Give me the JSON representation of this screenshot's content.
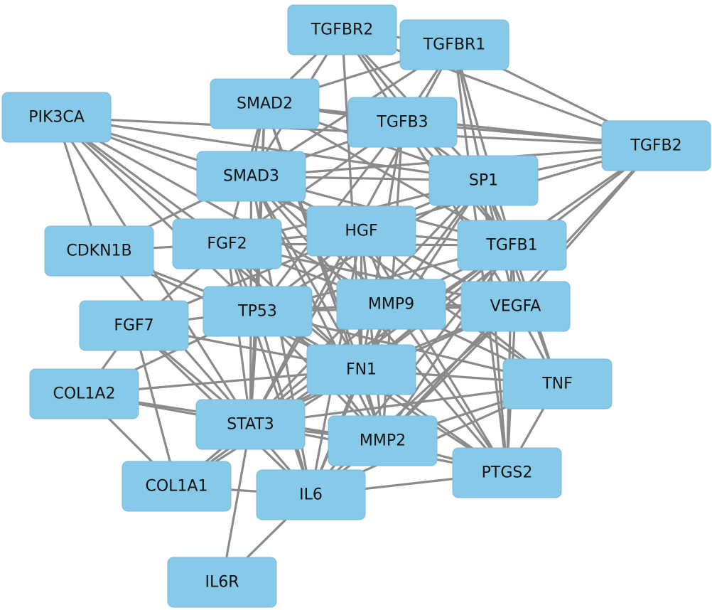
{
  "diagram": {
    "node_fill": "#87c9e8",
    "edge_color": "#8a8a8a",
    "background": "#ffffff",
    "nodes": [
      {
        "id": "TGFBR2",
        "label": "TGFBR2"
      },
      {
        "id": "TGFBR1",
        "label": "TGFBR1"
      },
      {
        "id": "PIK3CA",
        "label": "PIK3CA"
      },
      {
        "id": "SMAD2",
        "label": "SMAD2"
      },
      {
        "id": "TGFB3",
        "label": "TGFB3"
      },
      {
        "id": "TGFB2",
        "label": "TGFB2"
      },
      {
        "id": "SMAD3",
        "label": "SMAD3"
      },
      {
        "id": "SP1",
        "label": "SP1"
      },
      {
        "id": "CDKN1B",
        "label": "CDKN1B"
      },
      {
        "id": "FGF2",
        "label": "FGF2"
      },
      {
        "id": "HGF",
        "label": "HGF"
      },
      {
        "id": "TGFB1",
        "label": "TGFB1"
      },
      {
        "id": "FGF7",
        "label": "FGF7"
      },
      {
        "id": "TP53",
        "label": "TP53"
      },
      {
        "id": "MMP9",
        "label": "MMP9"
      },
      {
        "id": "VEGFA",
        "label": "VEGFA"
      },
      {
        "id": "COL1A2",
        "label": "COL1A2"
      },
      {
        "id": "FN1",
        "label": "FN1"
      },
      {
        "id": "TNF",
        "label": "TNF"
      },
      {
        "id": "STAT3",
        "label": "STAT3"
      },
      {
        "id": "MMP2",
        "label": "MMP2"
      },
      {
        "id": "PTGS2",
        "label": "PTGS2"
      },
      {
        "id": "COL1A1",
        "label": "COL1A1"
      },
      {
        "id": "IL6",
        "label": "IL6"
      },
      {
        "id": "IL6R",
        "label": "IL6R"
      }
    ],
    "edges": [
      [
        "TGFBR2",
        "TGFBR1"
      ],
      [
        "TGFBR2",
        "SMAD2"
      ],
      [
        "TGFBR2",
        "SMAD3"
      ],
      [
        "TGFBR2",
        "TGFB3"
      ],
      [
        "TGFBR2",
        "TGFB2"
      ],
      [
        "TGFBR2",
        "TGFB1"
      ],
      [
        "TGFBR2",
        "SP1"
      ],
      [
        "TGFBR2",
        "FN1"
      ],
      [
        "TGFBR1",
        "SMAD2"
      ],
      [
        "TGFBR1",
        "SMAD3"
      ],
      [
        "TGFBR1",
        "TGFB3"
      ],
      [
        "TGFBR1",
        "TGFB2"
      ],
      [
        "TGFBR1",
        "TGFB1"
      ],
      [
        "TGFBR1",
        "SP1"
      ],
      [
        "TGFBR1",
        "STAT3"
      ],
      [
        "TGFBR1",
        "PTGS2"
      ],
      [
        "PIK3CA",
        "SMAD3"
      ],
      [
        "PIK3CA",
        "SP1"
      ],
      [
        "PIK3CA",
        "TGFB2"
      ],
      [
        "PIK3CA",
        "FGF2"
      ],
      [
        "PIK3CA",
        "TP53"
      ],
      [
        "PIK3CA",
        "HGF"
      ],
      [
        "PIK3CA",
        "FN1"
      ],
      [
        "PIK3CA",
        "STAT3"
      ],
      [
        "PIK3CA",
        "CDKN1B"
      ],
      [
        "PIK3CA",
        "MMP9"
      ],
      [
        "SMAD2",
        "SMAD3"
      ],
      [
        "SMAD2",
        "TGFB3"
      ],
      [
        "SMAD2",
        "TGFB2"
      ],
      [
        "SMAD2",
        "TGFB1"
      ],
      [
        "SMAD2",
        "SP1"
      ],
      [
        "SMAD2",
        "TP53"
      ],
      [
        "SMAD2",
        "STAT3"
      ],
      [
        "SMAD2",
        "FN1"
      ],
      [
        "SMAD2",
        "MMP2"
      ],
      [
        "SMAD2",
        "FGF2"
      ],
      [
        "TGFB3",
        "TGFB2"
      ],
      [
        "TGFB3",
        "TGFB1"
      ],
      [
        "TGFB3",
        "SMAD3"
      ],
      [
        "TGFB3",
        "SP1"
      ],
      [
        "TGFB3",
        "FN1"
      ],
      [
        "TGFB3",
        "MMP9"
      ],
      [
        "TGFB3",
        "VEGFA"
      ],
      [
        "TGFB3",
        "FGF2"
      ],
      [
        "TGFB3",
        "TP53"
      ],
      [
        "TGFB2",
        "SMAD3"
      ],
      [
        "TGFB2",
        "TGFB1"
      ],
      [
        "TGFB2",
        "SP1"
      ],
      [
        "TGFB2",
        "VEGFA"
      ],
      [
        "TGFB2",
        "FN1"
      ],
      [
        "TGFB2",
        "MMP2"
      ],
      [
        "TGFB2",
        "HGF"
      ],
      [
        "SMAD3",
        "SP1"
      ],
      [
        "SMAD3",
        "TGFB1"
      ],
      [
        "SMAD3",
        "FN1"
      ],
      [
        "SMAD3",
        "STAT3"
      ],
      [
        "SMAD3",
        "CDKN1B"
      ],
      [
        "SMAD3",
        "HGF"
      ],
      [
        "SMAD3",
        "MMP9"
      ],
      [
        "SMAD3",
        "MMP2"
      ],
      [
        "SMAD3",
        "VEGFA"
      ],
      [
        "SMAD3",
        "TNF"
      ],
      [
        "SMAD3",
        "IL6"
      ],
      [
        "SMAD3",
        "PTGS2"
      ],
      [
        "SP1",
        "TGFB1"
      ],
      [
        "SP1",
        "VEGFA"
      ],
      [
        "SP1",
        "FN1"
      ],
      [
        "SP1",
        "HGF"
      ],
      [
        "SP1",
        "MMP9"
      ],
      [
        "SP1",
        "TP53"
      ],
      [
        "SP1",
        "STAT3"
      ],
      [
        "SP1",
        "FGF2"
      ],
      [
        "SP1",
        "TNF"
      ],
      [
        "SP1",
        "PTGS2"
      ],
      [
        "CDKN1B",
        "TP53"
      ],
      [
        "CDKN1B",
        "STAT3"
      ],
      [
        "CDKN1B",
        "FN1"
      ],
      [
        "CDKN1B",
        "FGF2"
      ],
      [
        "FGF2",
        "HGF"
      ],
      [
        "FGF2",
        "TGFB1"
      ],
      [
        "FGF2",
        "VEGFA"
      ],
      [
        "FGF2",
        "MMP9"
      ],
      [
        "FGF2",
        "FN1"
      ],
      [
        "FGF2",
        "STAT3"
      ],
      [
        "FGF2",
        "MMP2"
      ],
      [
        "FGF2",
        "IL6"
      ],
      [
        "FGF2",
        "TP53"
      ],
      [
        "FGF2",
        "FGF7"
      ],
      [
        "HGF",
        "TGFB1"
      ],
      [
        "HGF",
        "VEGFA"
      ],
      [
        "HGF",
        "MMP9"
      ],
      [
        "HGF",
        "FN1"
      ],
      [
        "HGF",
        "MMP2"
      ],
      [
        "HGF",
        "STAT3"
      ],
      [
        "HGF",
        "IL6"
      ],
      [
        "HGF",
        "TNF"
      ],
      [
        "HGF",
        "TP53"
      ],
      [
        "HGF",
        "FGF7"
      ],
      [
        "HGF",
        "PTGS2"
      ],
      [
        "TGFB1",
        "VEGFA"
      ],
      [
        "TGFB1",
        "MMP9"
      ],
      [
        "TGFB1",
        "FN1"
      ],
      [
        "TGFB1",
        "MMP2"
      ],
      [
        "TGFB1",
        "TNF"
      ],
      [
        "TGFB1",
        "IL6"
      ],
      [
        "TGFB1",
        "PTGS2"
      ],
      [
        "TGFB1",
        "STAT3"
      ],
      [
        "TGFB1",
        "TP53"
      ],
      [
        "TGFB1",
        "COL1A1"
      ],
      [
        "FGF7",
        "TP53"
      ],
      [
        "FGF7",
        "FN1"
      ],
      [
        "FGF7",
        "STAT3"
      ],
      [
        "FGF7",
        "COL1A1"
      ],
      [
        "FGF7",
        "IL6"
      ],
      [
        "FGF7",
        "COL1A2"
      ],
      [
        "TP53",
        "MMP9"
      ],
      [
        "TP53",
        "VEGFA"
      ],
      [
        "TP53",
        "FN1"
      ],
      [
        "TP53",
        "STAT3"
      ],
      [
        "TP53",
        "MMP2"
      ],
      [
        "TP53",
        "IL6"
      ],
      [
        "TP53",
        "PTGS2"
      ],
      [
        "TP53",
        "TNF"
      ],
      [
        "TP53",
        "COL1A2"
      ],
      [
        "MMP9",
        "VEGFA"
      ],
      [
        "MMP9",
        "FN1"
      ],
      [
        "MMP9",
        "TNF"
      ],
      [
        "MMP9",
        "MMP2"
      ],
      [
        "MMP9",
        "STAT3"
      ],
      [
        "MMP9",
        "IL6"
      ],
      [
        "MMP9",
        "PTGS2"
      ],
      [
        "VEGFA",
        "FN1"
      ],
      [
        "VEGFA",
        "TNF"
      ],
      [
        "VEGFA",
        "MMP2"
      ],
      [
        "VEGFA",
        "STAT3"
      ],
      [
        "VEGFA",
        "IL6"
      ],
      [
        "VEGFA",
        "PTGS2"
      ],
      [
        "COL1A2",
        "FN1"
      ],
      [
        "COL1A2",
        "STAT3"
      ],
      [
        "COL1A2",
        "COL1A1"
      ],
      [
        "COL1A2",
        "MMP2"
      ],
      [
        "FN1",
        "TNF"
      ],
      [
        "FN1",
        "STAT3"
      ],
      [
        "FN1",
        "MMP2"
      ],
      [
        "FN1",
        "IL6"
      ],
      [
        "FN1",
        "PTGS2"
      ],
      [
        "FN1",
        "COL1A1"
      ],
      [
        "TNF",
        "STAT3"
      ],
      [
        "TNF",
        "MMP2"
      ],
      [
        "TNF",
        "PTGS2"
      ],
      [
        "TNF",
        "IL6"
      ],
      [
        "STAT3",
        "MMP2"
      ],
      [
        "STAT3",
        "PTGS2"
      ],
      [
        "STAT3",
        "IL6"
      ],
      [
        "STAT3",
        "COL1A1"
      ],
      [
        "STAT3",
        "IL6R"
      ],
      [
        "MMP2",
        "PTGS2"
      ],
      [
        "MMP2",
        "IL6"
      ],
      [
        "PTGS2",
        "IL6"
      ],
      [
        "COL1A1",
        "IL6"
      ],
      [
        "IL6",
        "IL6R"
      ]
    ]
  }
}
